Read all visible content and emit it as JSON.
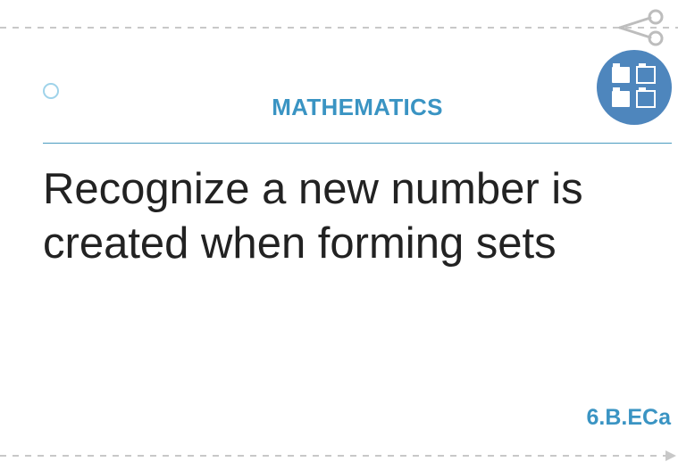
{
  "card": {
    "subject": "MATHEMATICS",
    "title": "Recognize a new number is created when forming sets",
    "code": "6.B.ECa"
  },
  "icons": {
    "cut": "scissors-icon",
    "punch": "hole-punch-icon",
    "category": "grid-blocks-icon"
  },
  "colors": {
    "accent": "#3a94c3",
    "badge": "#4e86bd",
    "rule": "#4a9bbf",
    "cut_line": "#c8c8c8",
    "text": "#222222"
  }
}
